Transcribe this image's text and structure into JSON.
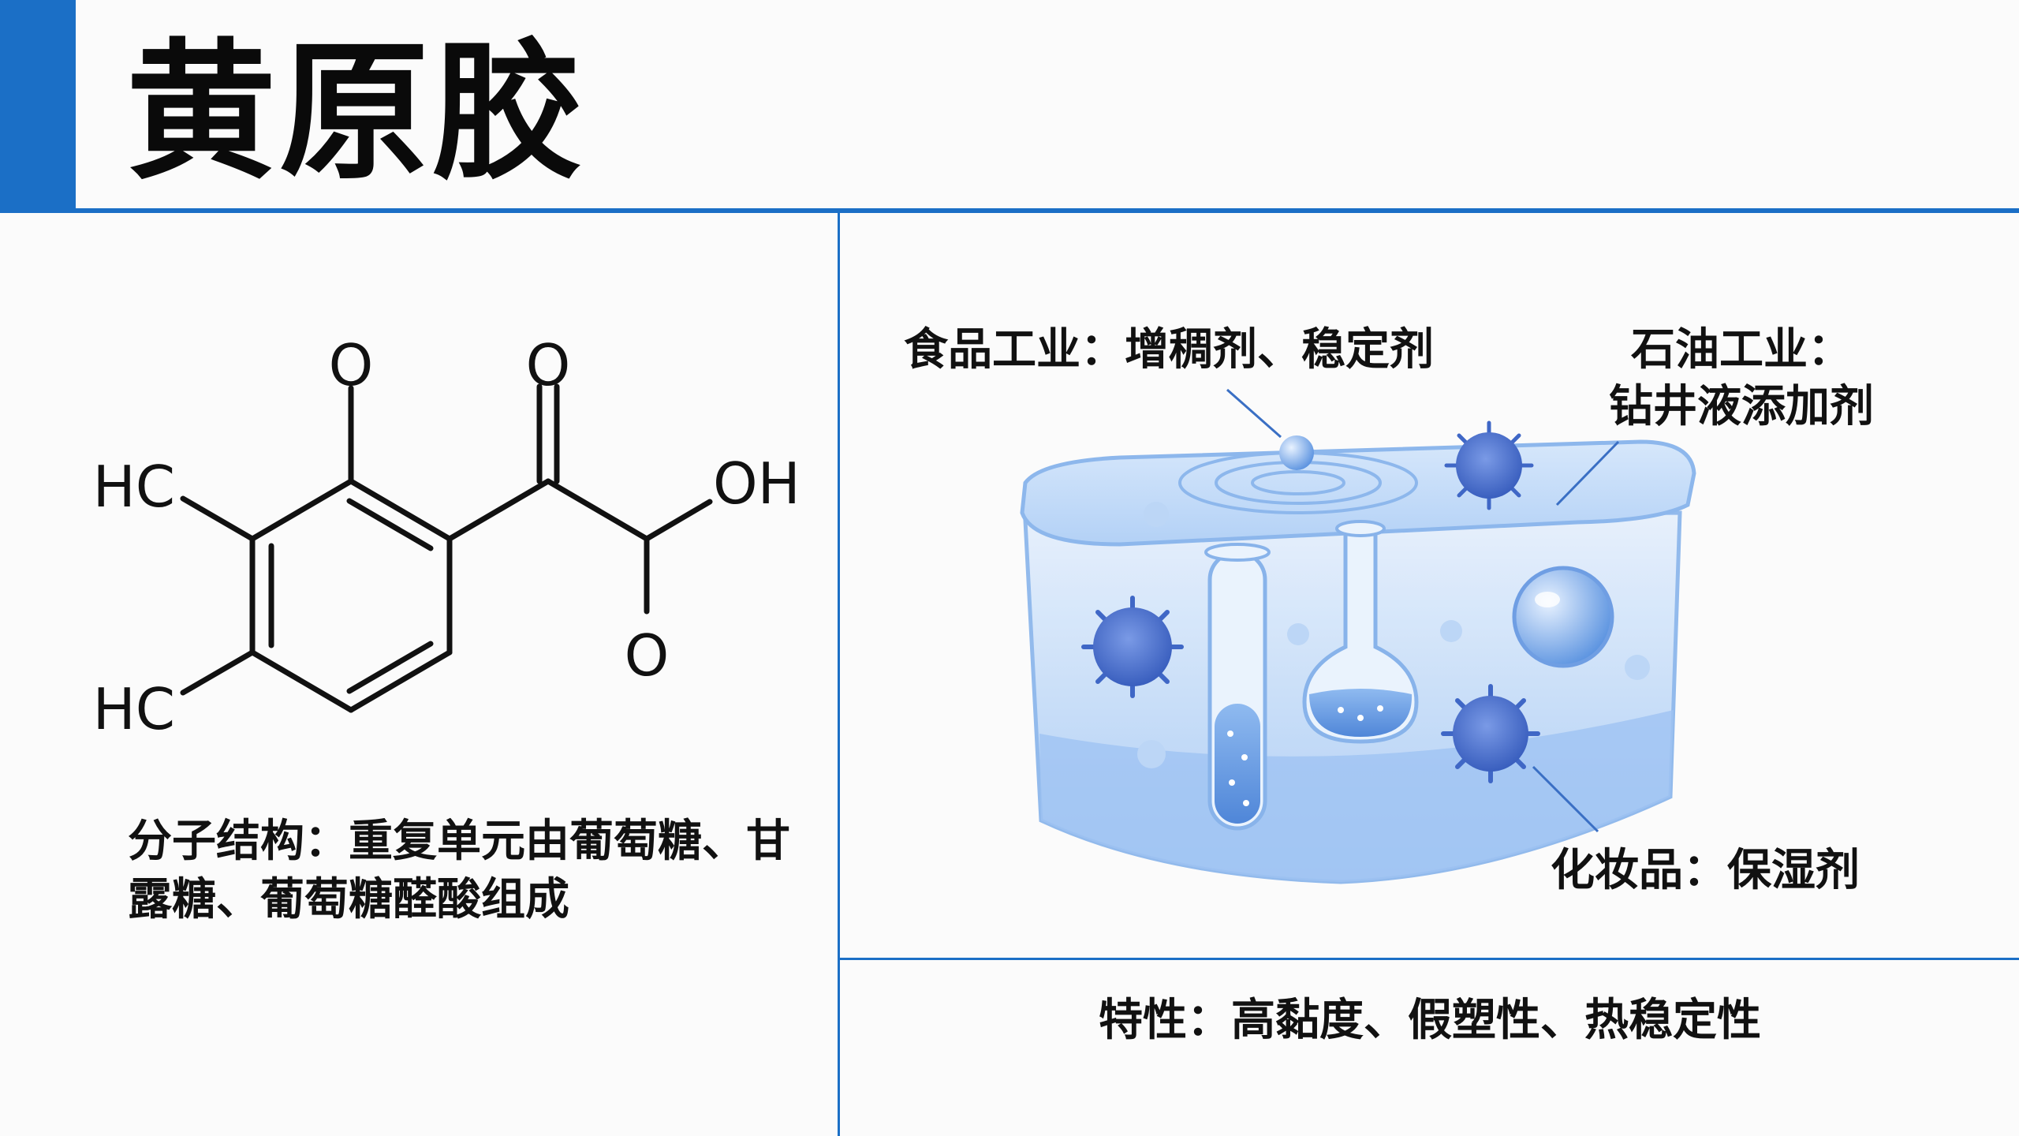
{
  "title": "黄原胶",
  "molecule": {
    "atoms": [
      "O",
      "O",
      "HC",
      "OH",
      "O",
      "HC"
    ]
  },
  "structure_caption": {
    "line1": "分子结构：重复单元由葡萄糖、甘",
    "line2": "露糖、葡萄糖醛酸组成"
  },
  "applications": {
    "food": "食品工业：增稠剂、稳定剂",
    "oil_line1": "石油工业：",
    "oil_line2": "钻井液添加剂",
    "cosmetics": "化妆品：保湿剂"
  },
  "properties": "特性：高黏度、假塑性、热稳定性",
  "colors": {
    "accent": "#1b6fc6",
    "water": "#7fb2ef",
    "microbe": "#3f67c6"
  }
}
